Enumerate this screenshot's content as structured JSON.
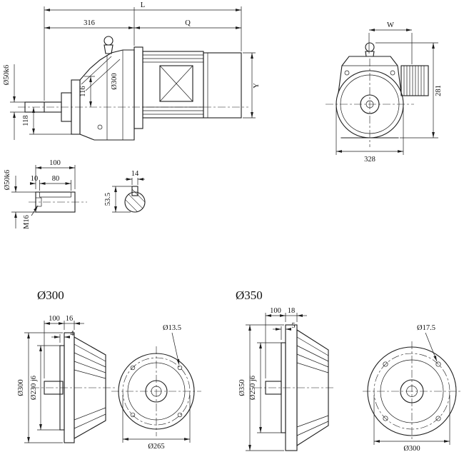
{
  "sheet": {
    "background": "#ffffff",
    "line_color": "#1c1c1c"
  },
  "side_view": {
    "dim_overall_length": "L",
    "dim_316": "316",
    "dim_q": "Q",
    "dim_shaft_dia": "Ø50k6",
    "dim_116": "116",
    "dim_housing_dia": "Ø300",
    "dim_118": "118",
    "dim_y": "Y"
  },
  "front_view": {
    "dim_w": "W",
    "dim_281": "281",
    "dim_328": "328"
  },
  "shaft_detail": {
    "dim_100": "100",
    "dim_10": "10",
    "dim_80": "80",
    "dim_shaft_dia": "Ø50k6",
    "dim_thread": "M16",
    "dim_53_5": "53.5",
    "dim_key_width": "14"
  },
  "flange_300": {
    "title": "Ø300",
    "dim_100": "100",
    "dim_16": "16",
    "dim_4": "4",
    "dim_outer_dia": "Ø300",
    "dim_pilot_dia": "Ø230 j6",
    "dim_hole_dia": "Ø13.5",
    "dim_bolt_circle_dia": "Ø265"
  },
  "flange_350": {
    "title": "Ø350",
    "dim_100": "100",
    "dim_18": "18",
    "dim_5": "5",
    "dim_outer_dia": "Ø350",
    "dim_pilot_dia": "Ø250 j6",
    "dim_hole_dia": "Ø17.5",
    "dim_bolt_circle_dia": "Ø300"
  }
}
